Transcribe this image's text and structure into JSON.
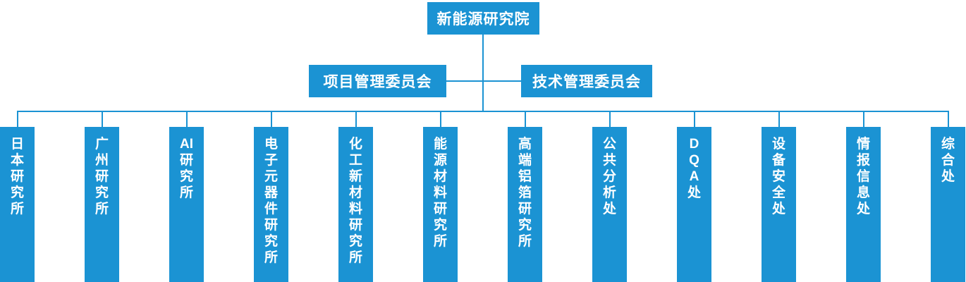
{
  "colors": {
    "accent": "#1b93d3",
    "text_on_accent": "#ffffff",
    "background": "#ffffff"
  },
  "root": {
    "label": "新能源研究院"
  },
  "committees": [
    {
      "id": "project-management-committee",
      "label": "项目管理委员会"
    },
    {
      "id": "technology-management-committee",
      "label": "技术管理委员会"
    }
  ],
  "departments": [
    {
      "id": "japan-institute",
      "label": "日本研究所",
      "lines": [
        "日",
        "本",
        "研",
        "究",
        "所"
      ]
    },
    {
      "id": "guangzhou-institute",
      "label": "广州研究所",
      "lines": [
        "广",
        "州",
        "研",
        "究",
        "所"
      ]
    },
    {
      "id": "ai-institute",
      "label": "AI研究所",
      "lines": [
        "AI",
        "研",
        "究",
        "所"
      ]
    },
    {
      "id": "electronic-components-institute",
      "label": "电子元器件研究所",
      "lines": [
        "电",
        "子",
        "元",
        "器",
        "件",
        "研",
        "究",
        "所"
      ]
    },
    {
      "id": "chemical-new-materials-institute",
      "label": "化工新材料研究所",
      "lines": [
        "化",
        "工",
        "新",
        "材",
        "料",
        "研",
        "究",
        "所"
      ]
    },
    {
      "id": "energy-materials-institute",
      "label": "能源材料研究所",
      "lines": [
        "能",
        "源",
        "材",
        "料",
        "研",
        "究",
        "所"
      ]
    },
    {
      "id": "high-end-aluminum-foil-institute",
      "label": "高端铝箔研究所",
      "lines": [
        "高",
        "端",
        "铝",
        "箔",
        "研",
        "究",
        "所"
      ]
    },
    {
      "id": "public-analysis-division",
      "label": "公共分析处",
      "lines": [
        "公",
        "共",
        "分",
        "析",
        "处"
      ]
    },
    {
      "id": "dqa-division",
      "label": "DQA处",
      "lines": [
        "D",
        "Q",
        "A",
        "处"
      ]
    },
    {
      "id": "equipment-safety-division",
      "label": "设备安全处",
      "lines": [
        "设",
        "备",
        "安",
        "全",
        "处"
      ]
    },
    {
      "id": "intelligence-information-division",
      "label": "情报信息处",
      "lines": [
        "情",
        "报",
        "信",
        "息",
        "处"
      ]
    },
    {
      "id": "general-division",
      "label": "综合处",
      "lines": [
        "综",
        "合",
        "处"
      ]
    }
  ]
}
